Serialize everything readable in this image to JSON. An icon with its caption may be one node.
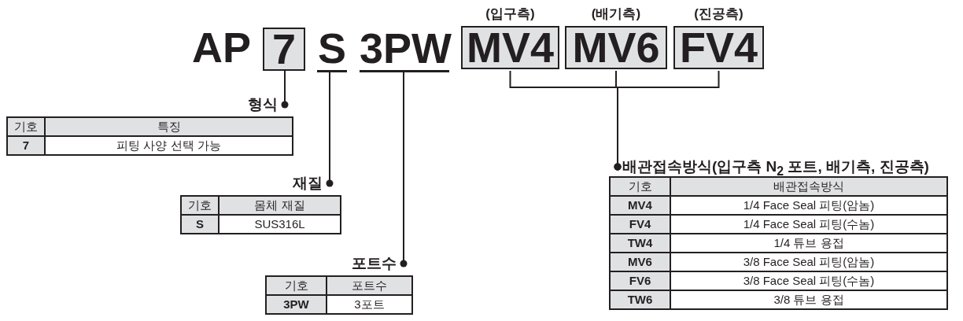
{
  "diagram": {
    "nodes": [
      {
        "text": [
          "7"
        ]
      },
      {
        "text": [
          "S"
        ]
      },
      {
        "text": [
          "3PW"
        ]
      },
      {
        "text": [
          "(입구측)",
          "MV4"
        ]
      },
      {
        "text": [
          "(배기측)",
          "MV6"
        ]
      },
      {
        "text": [
          "(진공측)",
          "FV4"
        ]
      },
      {
        "text": [
          "형식"
        ]
      },
      {
        "text": [
          "재질"
        ]
      },
      {
        "text": [
          "포트수"
        ]
      },
      {
        "text": [
          "배관접속방식(입구측 N$_{2}$ 포트, 배기측, 진공측)"
        ]
      }
    ],
    "edges": [
      {
        "from": 0,
        "to": 6,
        "arrow": "other"
      },
      {
        "from": 1,
        "to": 7,
        "arrow": "other"
      },
      {
        "from": 2,
        "to": 8,
        "arrow": "other"
      },
      {
        "from": 3,
        "to": 9,
        "arrow": "other"
      },
      {
        "from": 4,
        "to": 9,
        "arrow": "other"
      },
      {
        "from": 5,
        "to": 9,
        "arrow": "other"
      }
    ],
    "labels": [
      "AP",
      "기호",
      "특징",
      "7",
      "피팅 사양 선택 가능",
      "기호",
      "몸체 재질",
      "S",
      "SUS316L",
      "기호",
      "포트수",
      "3PW",
      "3포트",
      "기호",
      "배관접속방식",
      "MV4",
      "1/4 Face Seal 피팅(암놈)",
      "FV4",
      "1/4 Face Seal 피팅(수놈)",
      "TW4",
      "1/4 튜브 용접",
      "MV6",
      "3/8 Face Seal 피팅(암놈)",
      "FV6",
      "3/8 Face Seal 피팅(수놈)",
      "TW6",
      "3/8 튜브 용접"
    ]
  }
}
